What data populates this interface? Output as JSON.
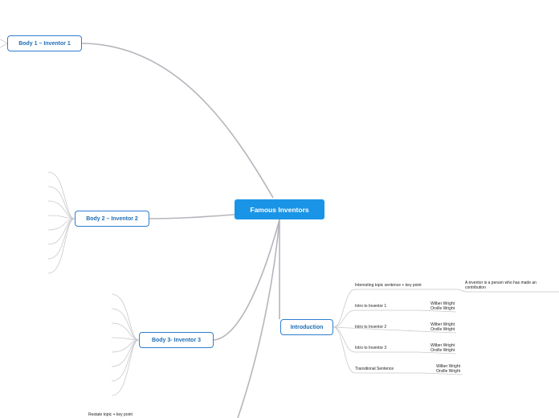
{
  "map": {
    "root": "Famous Inventors",
    "body1": "Body 1 – Inventor 1",
    "body2": "Body 2 – Inventor 2",
    "body3": "Body 3-  Inventor 3",
    "intro": "Introduction",
    "conclusion_sub": "Restate topic + key point"
  },
  "introduction": {
    "topics": [
      "Interesting topic sentence + key point",
      "Intro to Inventor 1",
      "Intro to Inventor 2",
      "Intro to Inventor 3",
      "Transitional Sentence"
    ],
    "details": [
      "A inventor  is a person who has made an contribution",
      "Wilber Wright\nOrville Wright",
      "Wilber Wright\nOrville Wright",
      "Wilber Wright\nOrville Wright",
      "Wilber Wright\nOrville Wright"
    ]
  },
  "colors": {
    "root_fill": "#1a94e6",
    "node_border": "#2f7fcf",
    "link": "#b5b5bd"
  }
}
